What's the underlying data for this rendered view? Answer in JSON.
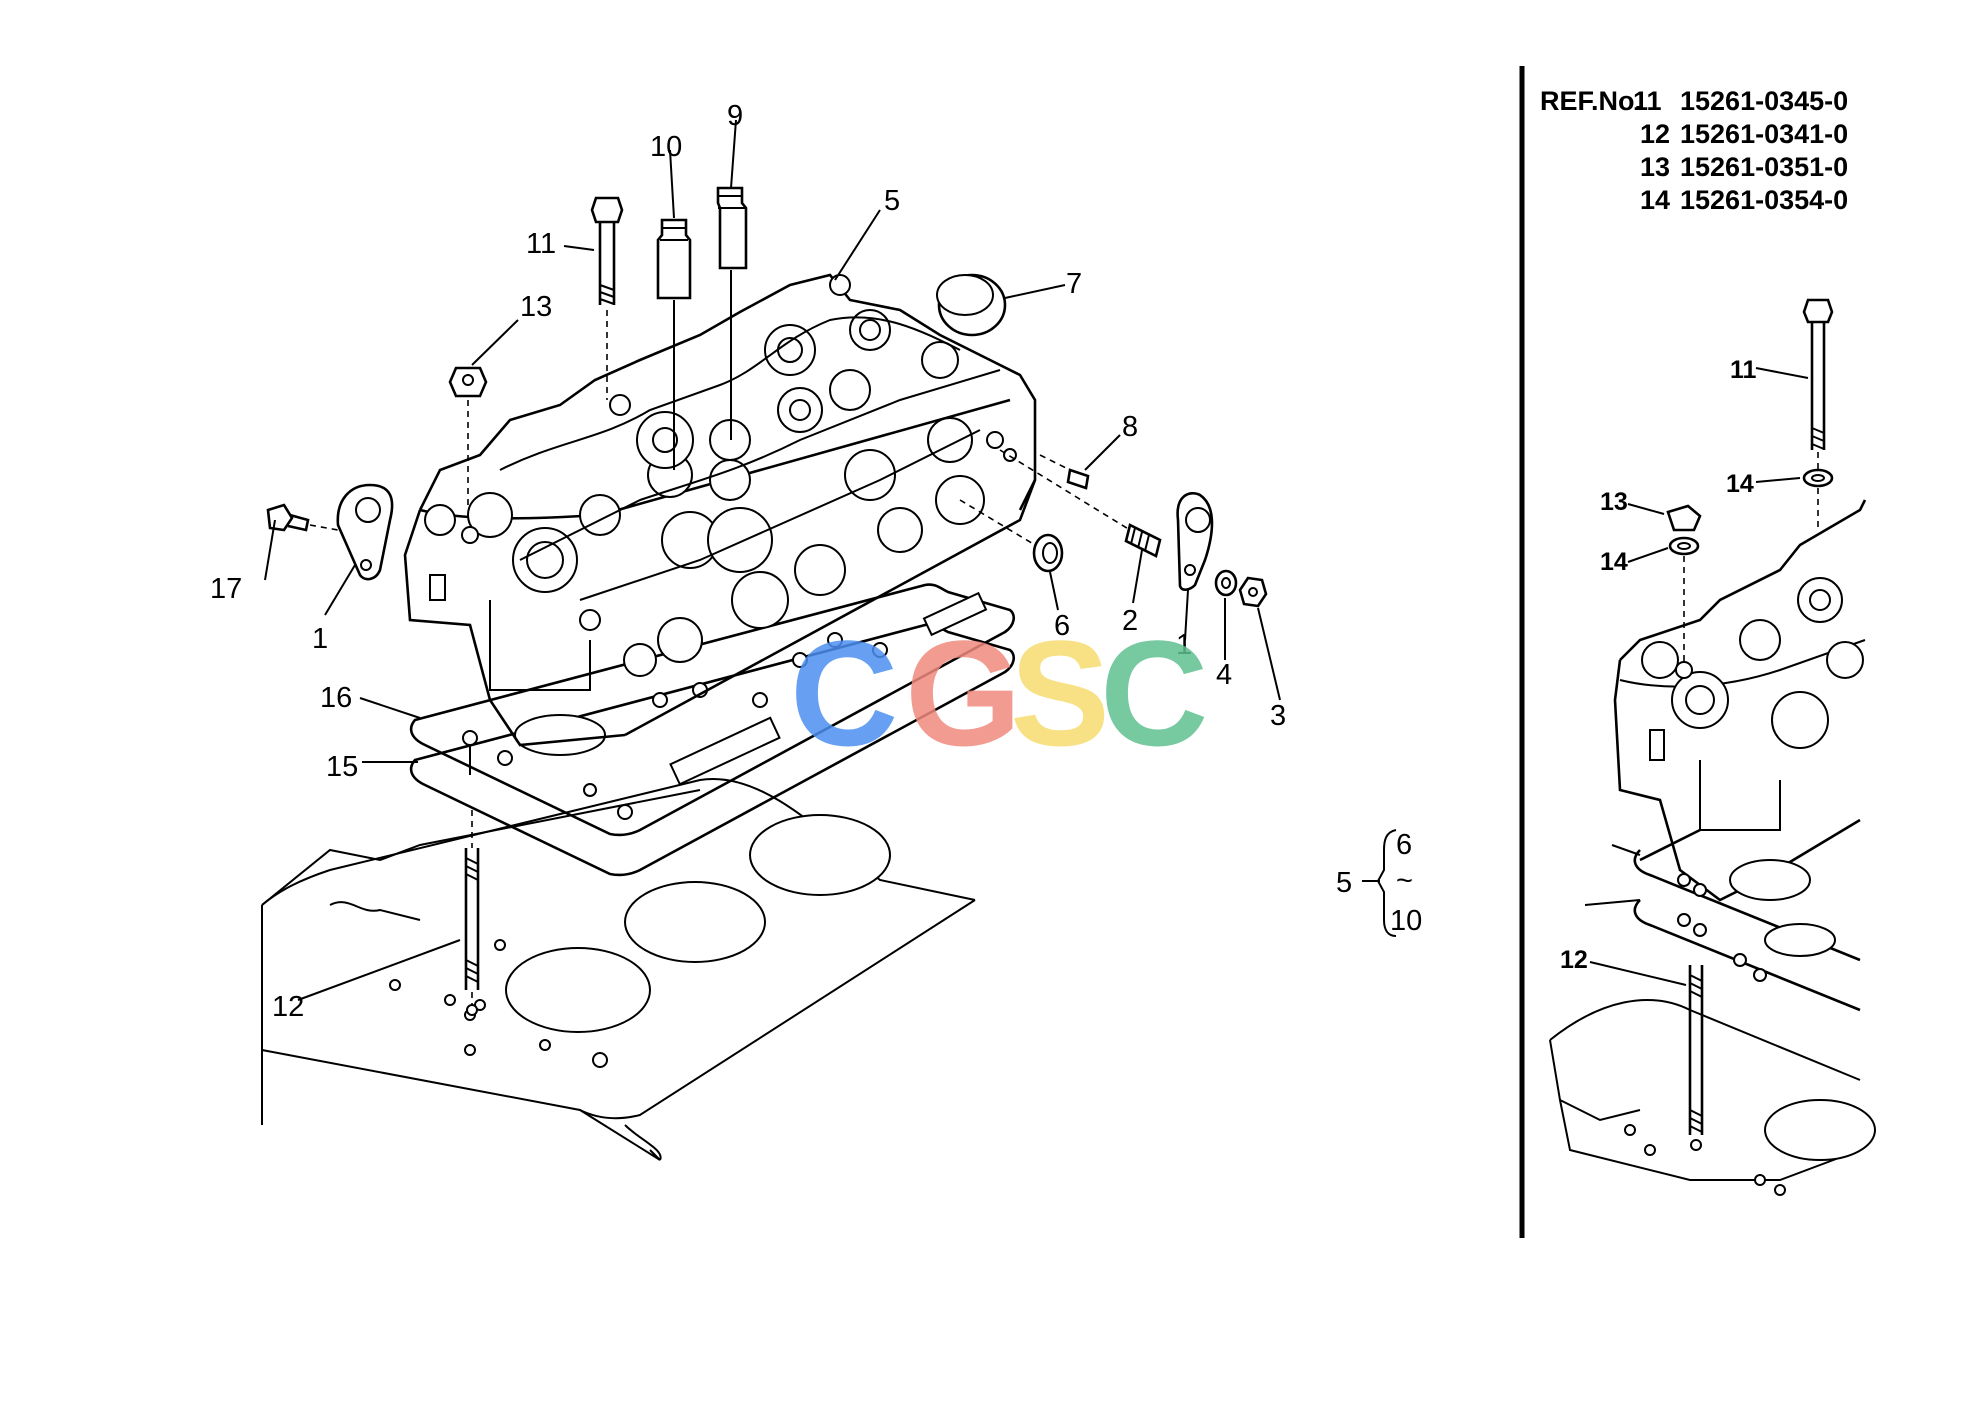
{
  "main_view": {
    "callouts": [
      {
        "id": "c9",
        "text": "9"
      },
      {
        "id": "c10",
        "text": "10"
      },
      {
        "id": "c5",
        "text": "5"
      },
      {
        "id": "c11",
        "text": "11"
      },
      {
        "id": "c13",
        "text": "13"
      },
      {
        "id": "c7",
        "text": "7"
      },
      {
        "id": "c8",
        "text": "8"
      },
      {
        "id": "c17",
        "text": "17"
      },
      {
        "id": "c1a",
        "text": "1"
      },
      {
        "id": "c6",
        "text": "6"
      },
      {
        "id": "c2",
        "text": "2"
      },
      {
        "id": "c1b",
        "text": "1"
      },
      {
        "id": "c4",
        "text": "4"
      },
      {
        "id": "c3",
        "text": "3"
      },
      {
        "id": "c16",
        "text": "16"
      },
      {
        "id": "c15",
        "text": "15"
      },
      {
        "id": "c12",
        "text": "12"
      }
    ]
  },
  "assembly_note": {
    "parent": "5",
    "from": "6",
    "range_symbol": "~",
    "to": "10"
  },
  "ref_table": {
    "label": "REF.No.",
    "rows": [
      {
        "ref": "11",
        "part": "15261-0345-0"
      },
      {
        "ref": "12",
        "part": "15261-0341-0"
      },
      {
        "ref": "13",
        "part": "15261-0351-0"
      },
      {
        "ref": "14",
        "part": "15261-0354-0"
      }
    ]
  },
  "detail_view": {
    "callouts": [
      {
        "id": "d11",
        "text": "11"
      },
      {
        "id": "d14a",
        "text": "14"
      },
      {
        "id": "d13",
        "text": "13"
      },
      {
        "id": "d14b",
        "text": "14"
      },
      {
        "id": "d12",
        "text": "12"
      }
    ]
  },
  "watermark": {
    "letters": [
      "C",
      "G",
      "S",
      "C"
    ],
    "colors": [
      "#4c8ff0",
      "#f08a7e",
      "#f7dc6f",
      "#5fbf8f"
    ]
  }
}
